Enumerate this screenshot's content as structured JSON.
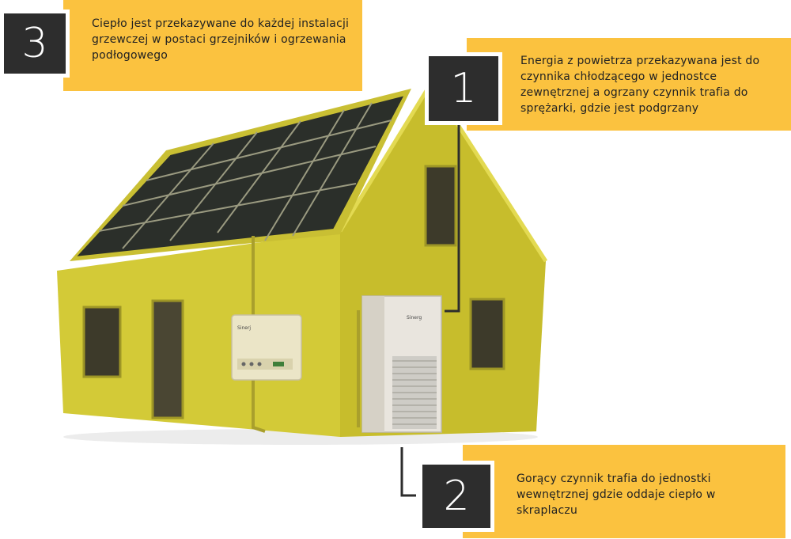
{
  "callouts": [
    {
      "number": "1",
      "text": "Energia z powietrza przekazywana jest do czynnika chłodzącego w jednostce zewnętrznej a ogrzany czynnik trafia do sprężarki, gdzie jest podgrzany"
    },
    {
      "number": "2",
      "text": "Gorący czynnik trafia do jednostki wewnętrznej gdzie oddaje ciepło w skraplaczu"
    },
    {
      "number": "3",
      "text": "Ciepło jest przekazywane do każdej instalacji grzewczej w postaci grzejników i ogrzewania podłogowego"
    }
  ],
  "devices": {
    "inverter_brand": "Sinerj",
    "heat_pump_brand": "Sinerg"
  },
  "colors": {
    "accent": "#fbc23f",
    "number_box": "#2d2d2d",
    "house_wall": "#d3ca37",
    "solar_panel": "#2b2f2a"
  }
}
